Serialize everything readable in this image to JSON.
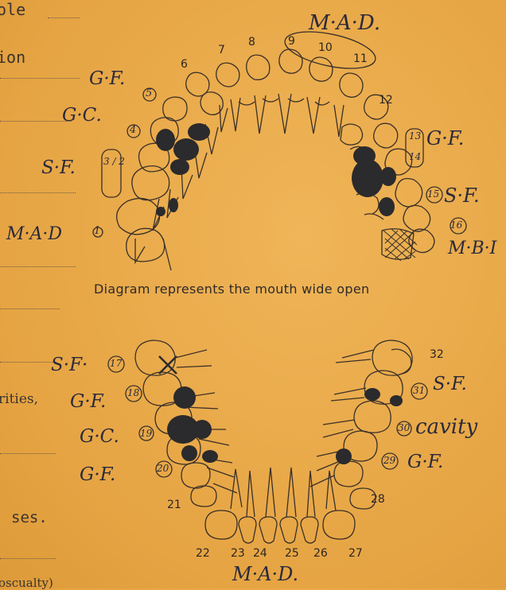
{
  "form_fragments": {
    "line1": "ole",
    "line2": "ion",
    "line3": "rities,",
    "line4": "ses.",
    "line5": "oscualty)"
  },
  "caption": "Diagram represents the mouth wide open",
  "upper_tooth_numbers": [
    "6",
    "7",
    "8",
    "9",
    "10",
    "11",
    "12"
  ],
  "lower_tooth_numbers": [
    "21",
    "22",
    "23",
    "24",
    "25",
    "26",
    "27",
    "28",
    "32"
  ],
  "annotations": {
    "upper_front": "M·A·D.",
    "upper_left_1": "G·F.",
    "upper_left_1_num": "5",
    "upper_left_2": "G·C.",
    "upper_left_2_num": "4",
    "upper_left_3": "S·F.",
    "upper_left_3_nums": "3 / 2",
    "upper_left_4": "M·A·D",
    "upper_left_4_num": "1",
    "upper_right_1": "G·F.",
    "upper_right_1_num": "14",
    "upper_right_1_num_b": "13",
    "upper_right_2": "S·F.",
    "upper_right_2_num": "15",
    "upper_right_3": "M·B·I",
    "upper_right_3_num": "16",
    "lower_left_1": "S·F·",
    "lower_left_1_num": "17",
    "lower_left_2": "G·F.",
    "lower_left_2_num": "18",
    "lower_left_3": "G·C.",
    "lower_left_3_num": "19",
    "lower_left_4": "G·F.",
    "lower_left_4_num": "20",
    "lower_right_1": "S·F.",
    "lower_right_1_num": "31",
    "lower_right_2": "cavity",
    "lower_right_2_num": "30",
    "lower_right_3": "G·F.",
    "lower_right_3_num": "29",
    "lower_front": "M·A·D."
  },
  "colors": {
    "paper": "#e9a94a",
    "ink": "#2a2a3a",
    "print": "#3a3430"
  }
}
